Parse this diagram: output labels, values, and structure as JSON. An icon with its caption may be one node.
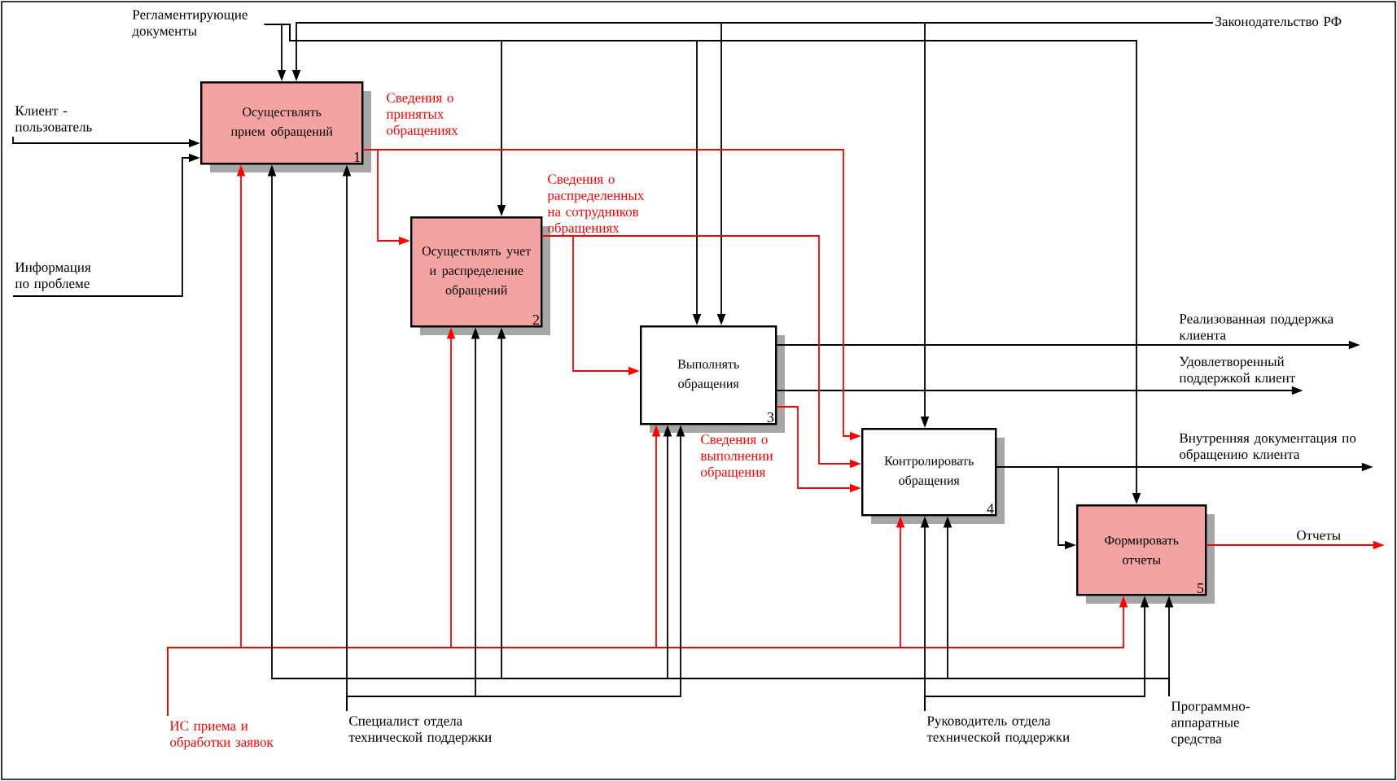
{
  "diagram": {
    "nodes": [
      {
        "text": [
          "Осуществлять прием обращений",
          "1"
        ]
      },
      {
        "text": [
          "Осуществлять учет и распределение обращений",
          "2"
        ]
      },
      {
        "text": [
          "Выполнять обращения",
          "3"
        ]
      },
      {
        "text": [
          "Контролировать обращения",
          "4"
        ]
      },
      {
        "text": [
          "Формировать отчеты",
          "5"
        ]
      },
      {
        "text": [
          "Клиент -пользователь"
        ]
      },
      {
        "text": [
          "Информация по проблеме"
        ]
      },
      {
        "text": [
          "Регламентирующие документы"
        ]
      },
      {
        "text": [
          "Законодательство РФ"
        ]
      },
      {
        "text": [
          "Реализованная поддержка клиента"
        ]
      },
      {
        "text": [
          "Удовлетворенный поддержкой клиент"
        ]
      },
      {
        "text": [
          "Внутренняя документация по обращению клиента"
        ]
      },
      {
        "text": [
          "Отчеты"
        ]
      },
      {
        "text": [
          "ИС приема и обработки заявок"
        ]
      },
      {
        "text": [
          "Специалист отдела технической поддержки"
        ]
      },
      {
        "text": [
          "Руководитель отдела технической поддержки"
        ]
      },
      {
        "text": [
          "Программно-аппаратные средства"
        ]
      }
    ],
    "edges": [
      {
        "from": 5,
        "to": 0,
        "arrow": "to"
      },
      {
        "from": 6,
        "to": 0,
        "arrow": "to"
      },
      {
        "from": 7,
        "to": 0,
        "arrow": "to"
      },
      {
        "from": 7,
        "to": 1,
        "arrow": "to"
      },
      {
        "from": 7,
        "to": 2,
        "arrow": "to"
      },
      {
        "from": 7,
        "to": 4,
        "arrow": "to"
      },
      {
        "from": 8,
        "to": 0,
        "arrow": "to"
      },
      {
        "from": 8,
        "to": 2,
        "arrow": "to"
      },
      {
        "from": 8,
        "to": 3,
        "arrow": "to"
      },
      {
        "from": 2,
        "to": 9,
        "arrow": "to"
      },
      {
        "from": 2,
        "to": 10,
        "arrow": "to"
      },
      {
        "from": 3,
        "to": 11,
        "arrow": "to"
      },
      {
        "from": 4,
        "to": 12,
        "arrow": "to",
        "color": "#ff0000"
      },
      {
        "from": 3,
        "to": 4,
        "arrow": "to"
      },
      {
        "from": 0,
        "to": 1,
        "arrow": "to",
        "color": "#ff0000",
        "label": "Сведения о принятых обращениях"
      },
      {
        "from": 0,
        "to": 3,
        "arrow": "to",
        "color": "#ff0000"
      },
      {
        "from": 1,
        "to": 2,
        "arrow": "to",
        "color": "#ff0000"
      },
      {
        "from": 1,
        "to": 3,
        "arrow": "to",
        "color": "#ff0000",
        "label": "Сведения о распределенных на сотрудников обращениях"
      },
      {
        "from": 2,
        "to": 3,
        "arrow": "to",
        "color": "#ff0000",
        "label": "Сведения о выполнении обращения"
      },
      {
        "from": 13,
        "to": 0,
        "arrow": "to",
        "color": "#ff0000"
      },
      {
        "from": 13,
        "to": 1,
        "arrow": "to",
        "color": "#ff0000"
      },
      {
        "from": 13,
        "to": 2,
        "arrow": "to",
        "color": "#ff0000"
      },
      {
        "from": 13,
        "to": 3,
        "arrow": "to",
        "color": "#ff0000"
      },
      {
        "from": 13,
        "to": 4,
        "arrow": "to",
        "color": "#ff0000"
      },
      {
        "from": 14,
        "to": 0,
        "arrow": "to"
      },
      {
        "from": 14,
        "to": 1,
        "arrow": "to"
      },
      {
        "from": 14,
        "to": 2,
        "arrow": "to"
      },
      {
        "from": 15,
        "to": 3,
        "arrow": "to"
      },
      {
        "from": 15,
        "to": 4,
        "arrow": "to"
      },
      {
        "from": 16,
        "to": 4,
        "arrow": "to"
      },
      {
        "from": 16,
        "to": 3,
        "arrow": "to"
      },
      {
        "from": 16,
        "to": 2,
        "arrow": "to"
      },
      {
        "from": 16,
        "to": 1,
        "arrow": "to"
      },
      {
        "from": 16,
        "to": 0,
        "arrow": "to"
      }
    ]
  }
}
